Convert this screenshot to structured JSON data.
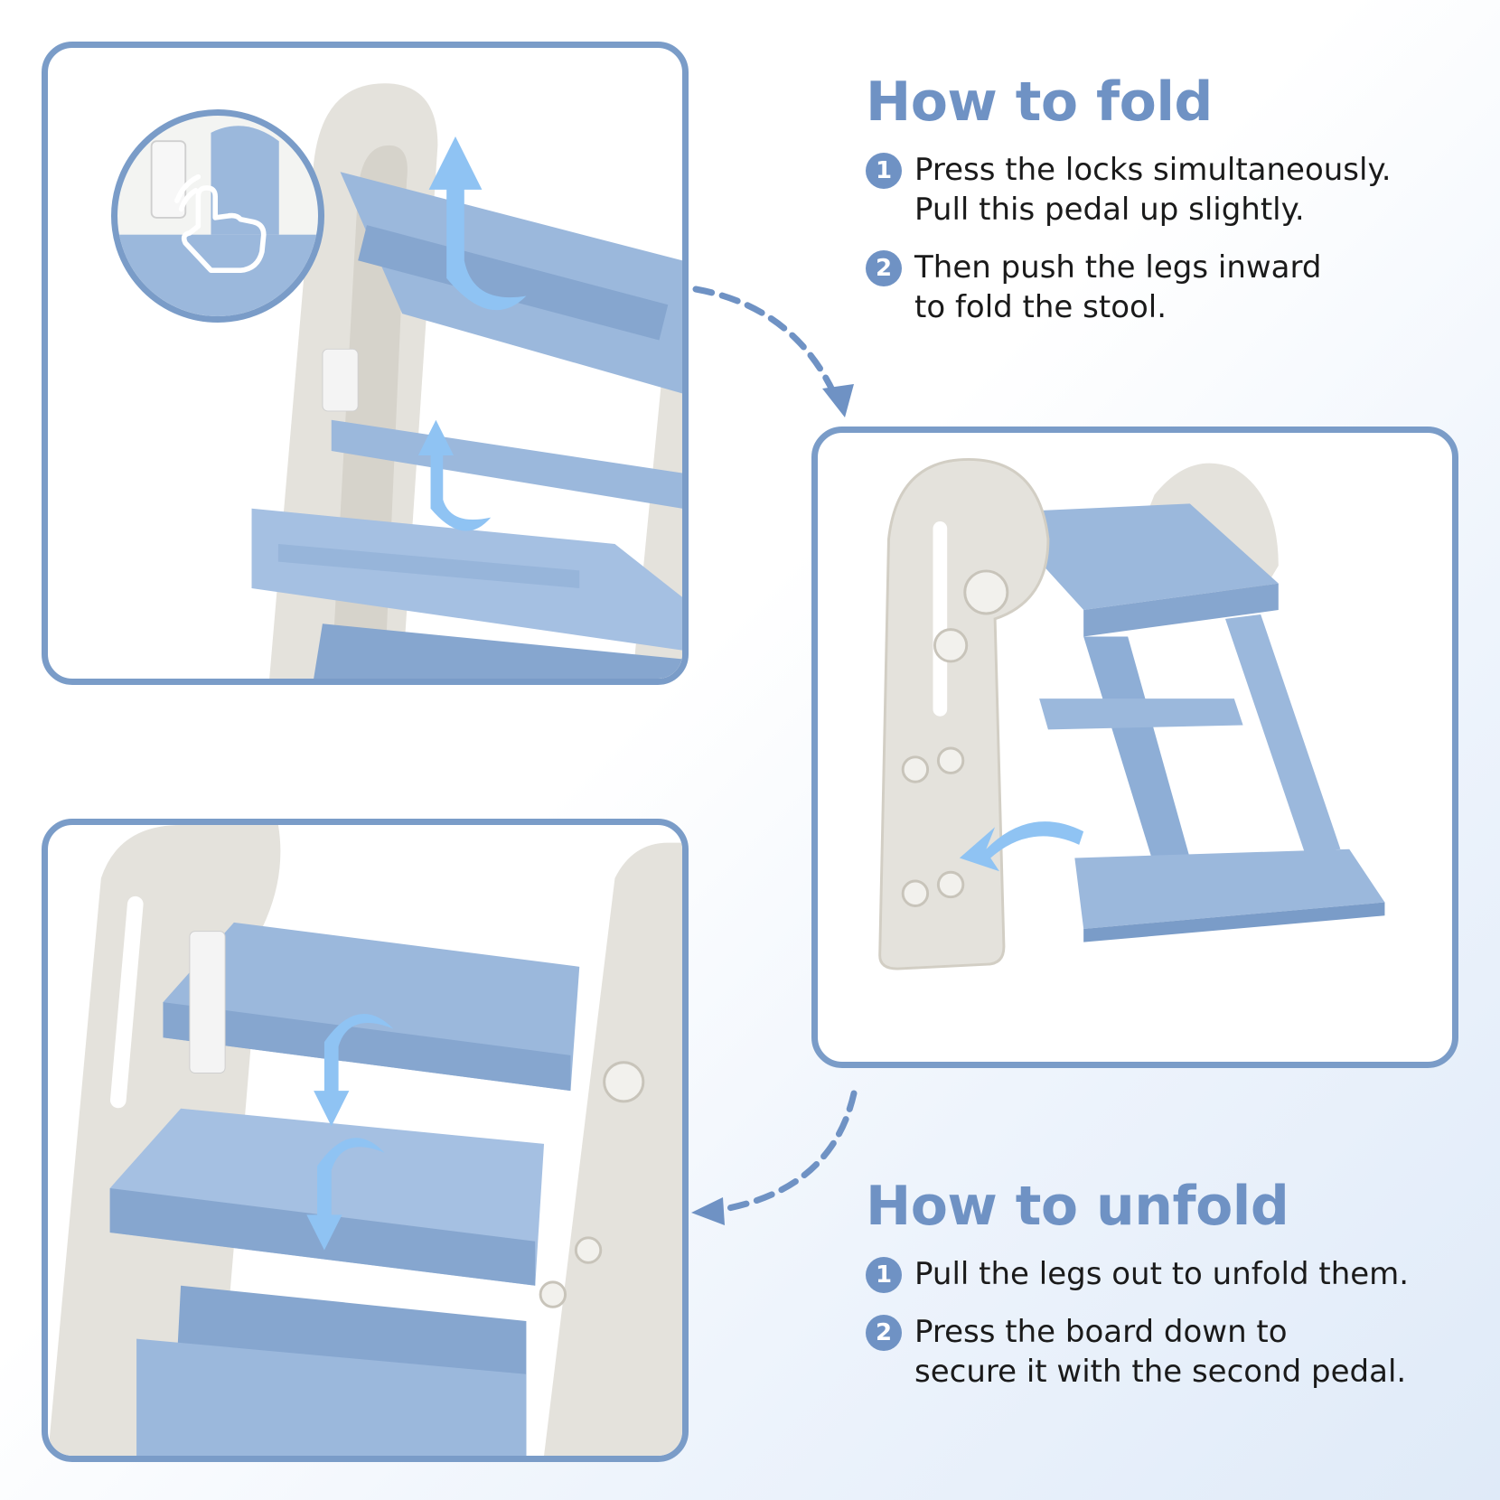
{
  "fold": {
    "title": "How to fold",
    "steps": [
      {
        "num": "1",
        "text": "Press the locks simultaneously.\nPull this pedal up slightly."
      },
      {
        "num": "2",
        "text": "Then push the legs inward\nto fold the stool."
      }
    ]
  },
  "unfold": {
    "title": "How to unfold",
    "steps": [
      {
        "num": "1",
        "text": "Pull the legs out to unfold them."
      },
      {
        "num": "2",
        "text": "Press the board down to\nsecure it with the second pedal."
      }
    ]
  },
  "colors": {
    "accent": "#6f92c4",
    "panel_border": "#7a9cc8",
    "stool_blue": "#9bb8dc",
    "stool_beige": "#e4e2dc",
    "arrow_blue": "#8fc3f3"
  },
  "icons": [
    "press-hand-icon",
    "rotate-up-arrow-icon",
    "rotate-down-arrow-icon",
    "inward-arrow-icon",
    "dashed-flow-arrow-icon"
  ]
}
